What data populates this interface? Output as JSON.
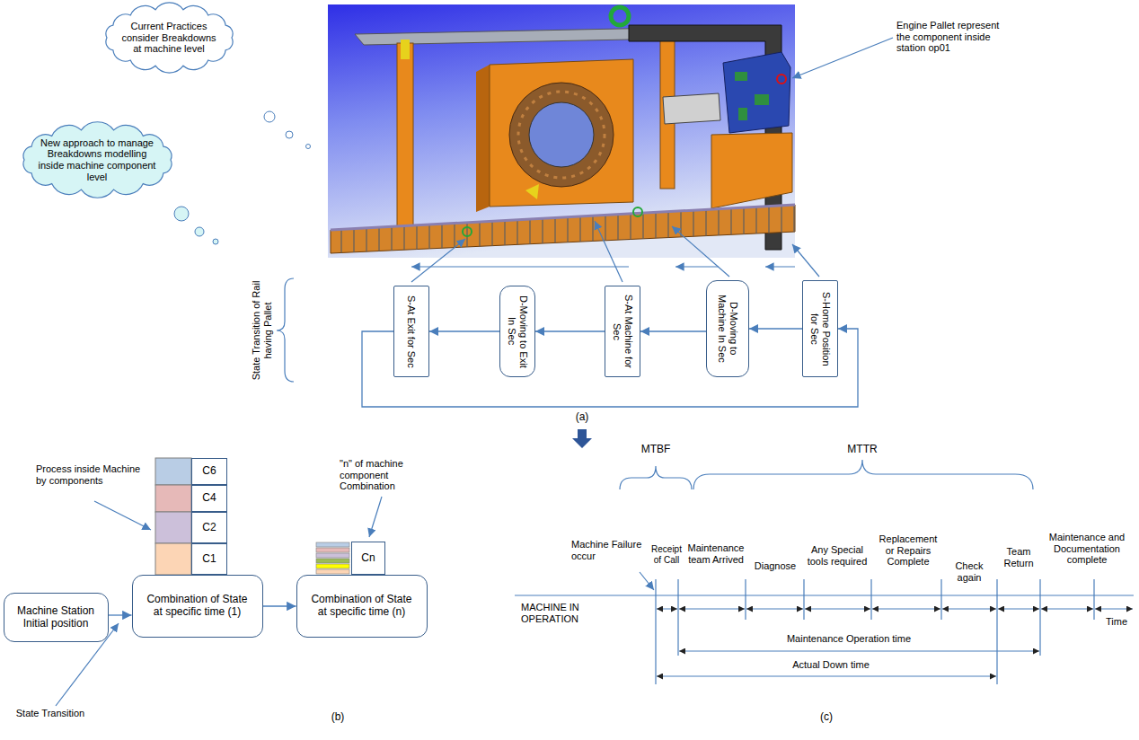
{
  "diagram": {
    "nodes": [
      {
        "text": [
          "Current Practices consider Breakdowns at machine level"
        ]
      },
      {
        "text": [
          "New approach to manage Breakdowns modelling inside machine component level"
        ]
      },
      {
        "text": [
          "S-At Exit for Sec"
        ]
      },
      {
        "text": [
          "D-Moving to Exit In Sec"
        ]
      },
      {
        "text": [
          "S-At Machine for Sec"
        ]
      },
      {
        "text": [
          "D-Moving to Machine In Sec"
        ]
      },
      {
        "text": [
          "S-Home Position for Sec"
        ]
      },
      {
        "text": [
          "C6"
        ]
      },
      {
        "text": [
          "C4"
        ]
      },
      {
        "text": [
          "C2"
        ]
      },
      {
        "text": [
          "C1"
        ]
      },
      {
        "text": [
          "Machine Station Initial position"
        ]
      },
      {
        "text": [
          "Combination of State at specific time (1)"
        ]
      },
      {
        "text": [
          "Cn"
        ]
      },
      {
        "text": [
          "Combination of State at specific time (n)"
        ]
      }
    ],
    "edges": [
      {
        "from": 6,
        "to": 5,
        "arrow": "to"
      },
      {
        "from": 5,
        "to": 4,
        "arrow": "to"
      },
      {
        "from": 4,
        "to": 3,
        "arrow": "to"
      },
      {
        "from": 3,
        "to": 2,
        "arrow": "to"
      },
      {
        "from": 2,
        "to": 6,
        "arrow": "to"
      },
      {
        "from": 11,
        "to": 12,
        "arrow": "to"
      },
      {
        "from": 12,
        "to": 14,
        "arrow": "to"
      }
    ],
    "labels": [
      "Engine Pallet represent the component inside station op01",
      "State Transition of Rail having Pallet",
      "(a)",
      "Process inside Machine by components",
      "\"n\" of machine component Combination",
      "State Transition",
      "(b)",
      "MTBF",
      "MTTR",
      "Machine Failure occur",
      "MACHINE IN OPERATION",
      "Receipt of Call",
      "Maintenance team Arrived",
      "Diagnose",
      "Any Special tools required",
      "Replacement or Repairs Complete",
      "Check again",
      "Team Return",
      "Maintenance and Documentation complete",
      "Time",
      "Maintenance Operation time",
      "Actual Down time",
      "(c)"
    ]
  }
}
